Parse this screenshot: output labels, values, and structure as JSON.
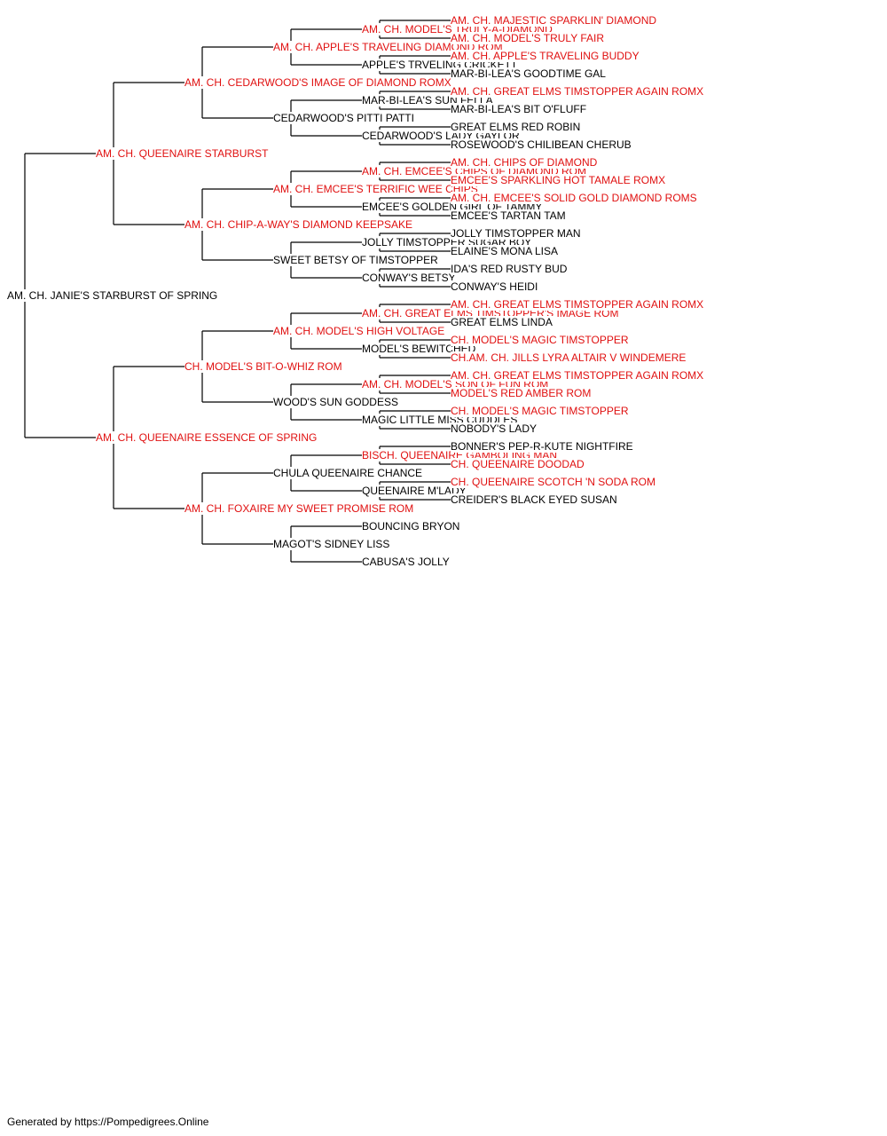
{
  "pedigree": {
    "name": "AM. CH. JANIE'S STARBURST OF SPRING",
    "titled": false,
    "sire": {
      "name": "AM. CH. QUEENAIRE STARBURST",
      "titled": true,
      "sire": {
        "name": "AM. CH. CEDARWOOD'S IMAGE OF DIAMOND ROMX",
        "titled": true,
        "sire": {
          "name": "AM. CH. APPLE'S TRAVELING DIAMOND ROM",
          "titled": true,
          "sire": {
            "name": "AM. CH. MODEL'S TRULY-A-DIAMOND",
            "titled": true,
            "sire": {
              "name": "AM. CH. MAJESTIC SPARKLIN' DIAMOND",
              "titled": true
            },
            "dam": {
              "name": "AM. CH. MODEL'S TRULY FAIR",
              "titled": true
            }
          },
          "dam": {
            "name": "APPLE'S TRVELING CRICKETT",
            "titled": false,
            "sire": {
              "name": "AM. CH. APPLE'S TRAVELING BUDDY",
              "titled": true
            },
            "dam": {
              "name": "MAR-BI-LEA'S GOODTIME GAL",
              "titled": false
            }
          }
        },
        "dam": {
          "name": "CEDARWOOD'S PITTI PATTI",
          "titled": false,
          "sire": {
            "name": "MAR-BI-LEA'S SUN FELLA",
            "titled": false,
            "sire": {
              "name": "AM. CH. GREAT ELMS TIMSTOPPER AGAIN ROMX",
              "titled": true
            },
            "dam": {
              "name": "MAR-BI-LEA'S BIT O'FLUFF",
              "titled": false
            }
          },
          "dam": {
            "name": "CEDARWOOD'S LADY GAYLOR",
            "titled": false,
            "sire": {
              "name": "GREAT ELMS RED ROBIN",
              "titled": false
            },
            "dam": {
              "name": "ROSEWOOD'S CHILIBEAN CHERUB",
              "titled": false
            }
          }
        }
      },
      "dam": {
        "name": "AM. CH. CHIP-A-WAY'S DIAMOND KEEPSAKE",
        "titled": true,
        "sire": {
          "name": "AM. CH. EMCEE'S TERRIFIC WEE CHIPS",
          "titled": true,
          "sire": {
            "name": "AM. CH. EMCEE'S CHIPS OF DIAMOND ROM",
            "titled": true,
            "sire": {
              "name": "AM. CH. CHIPS OF DIAMOND",
              "titled": true
            },
            "dam": {
              "name": "EMCEE'S SPARKLING HOT TAMALE ROMX",
              "titled": true
            }
          },
          "dam": {
            "name": "EMCEE'S GOLDEN GIRL OF TAMMY",
            "titled": false,
            "sire": {
              "name": "AM. CH. EMCEE'S SOLID GOLD DIAMOND ROMS",
              "titled": true
            },
            "dam": {
              "name": "EMCEE'S TARTAN TAM",
              "titled": false
            }
          }
        },
        "dam": {
          "name": "SWEET BETSY OF TIMSTOPPER",
          "titled": false,
          "sire": {
            "name": "JOLLY TIMSTOPPER SUGAR BOY",
            "titled": false,
            "sire": {
              "name": "JOLLY TIMSTOPPER MAN",
              "titled": false
            },
            "dam": {
              "name": "ELAINE'S MONA LISA",
              "titled": false
            }
          },
          "dam": {
            "name": "CONWAY'S BETSY",
            "titled": false,
            "sire": {
              "name": "IDA'S RED RUSTY BUD",
              "titled": false
            },
            "dam": {
              "name": "CONWAY'S HEIDI",
              "titled": false
            }
          }
        }
      }
    },
    "dam": {
      "name": "AM. CH. QUEENAIRE ESSENCE OF SPRING",
      "titled": true,
      "sire": {
        "name": "CH. MODEL'S BIT-O-WHIZ ROM",
        "titled": true,
        "sire": {
          "name": "AM. CH. MODEL'S HIGH VOLTAGE",
          "titled": true,
          "sire": {
            "name": "AM. CH. GREAT ELMS TIMSTOPPER'S IMAGE ROM",
            "titled": true,
            "sire": {
              "name": "AM. CH. GREAT ELMS TIMSTOPPER AGAIN ROMX",
              "titled": true
            },
            "dam": {
              "name": "GREAT ELMS LINDA",
              "titled": false
            }
          },
          "dam": {
            "name": "MODEL'S BEWITCHED",
            "titled": false,
            "sire": {
              "name": "CH. MODEL'S MAGIC TIMSTOPPER",
              "titled": true
            },
            "dam": {
              "name": "CH.AM. CH. JILLS LYRA ALTAIR V WINDEMERE",
              "titled": true
            }
          }
        },
        "dam": {
          "name": "WOOD'S SUN GODDESS",
          "titled": false,
          "sire": {
            "name": "AM. CH. MODEL'S SON OF FUN ROM",
            "titled": true,
            "sire": {
              "name": "AM. CH. GREAT ELMS TIMSTOPPER AGAIN ROMX",
              "titled": true
            },
            "dam": {
              "name": "MODEL'S RED AMBER ROM",
              "titled": true
            }
          },
          "dam": {
            "name": "MAGIC LITTLE MISS CUDDLES",
            "titled": false,
            "sire": {
              "name": "CH. MODEL'S MAGIC TIMSTOPPER",
              "titled": true
            },
            "dam": {
              "name": "NOBODY'S LADY",
              "titled": false
            }
          }
        }
      },
      "dam": {
        "name": "AM. CH. FOXAIRE MY SWEET PROMISE ROM",
        "titled": true,
        "sire": {
          "name": "CHULA QUEENAIRE CHANCE",
          "titled": false,
          "sire": {
            "name": "BISCH. QUEENAIRE GAMBOLING MAN",
            "titled": true,
            "sire": {
              "name": "BONNER'S PEP-R-KUTE NIGHTFIRE",
              "titled": false
            },
            "dam": {
              "name": "CH. QUEENAIRE DOODAD",
              "titled": true
            }
          },
          "dam": {
            "name": "QUEENAIRE M'LADY",
            "titled": false,
            "sire": {
              "name": "CH. QUEENAIRE SCOTCH 'N SODA ROM",
              "titled": true
            },
            "dam": {
              "name": "CREIDER'S BLACK EYED SUSAN",
              "titled": false
            }
          }
        },
        "dam": {
          "name": "MAGOT'S SIDNEY LISS",
          "titled": false,
          "sire": {
            "name": "BOUNCING BRYON",
            "titled": false
          },
          "dam": {
            "name": "CABUSA'S JOLLY",
            "titled": false
          }
        }
      }
    }
  },
  "footer": "Generated by https://Pompedigrees.Online",
  "colors": {
    "titled": "#e01010",
    "untitled": "#000000",
    "line": "#000000"
  }
}
